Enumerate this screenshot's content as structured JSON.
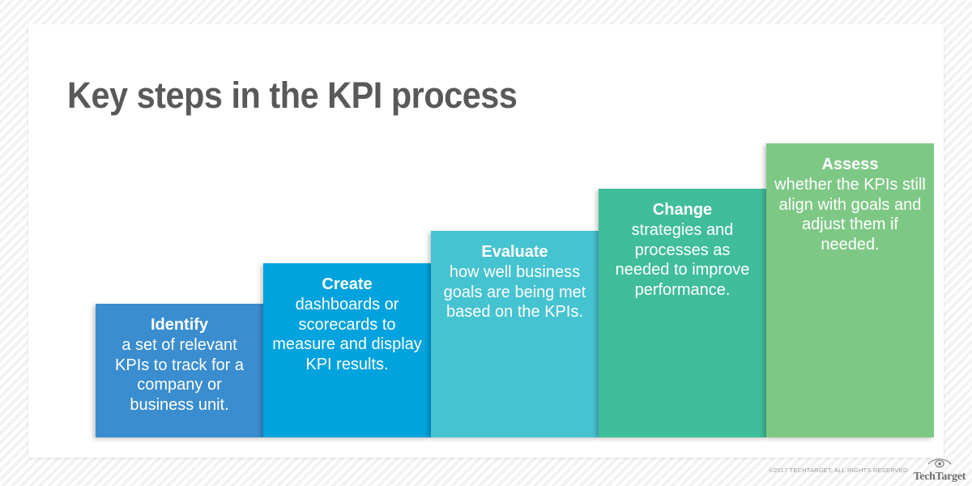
{
  "page": {
    "title": "Key steps in the KPI process",
    "background_pattern": "diagonal-stripes",
    "card_background": "#ffffff"
  },
  "chart_data": {
    "type": "bar",
    "title": "Key steps in the KPI process",
    "xlabel": "",
    "ylabel": "",
    "grid": false,
    "legend": "none",
    "orientation": "ascending-staircase",
    "categories": [
      "Identify",
      "Create",
      "Evaluate",
      "Change",
      "Assess"
    ],
    "values": [
      165,
      215,
      255,
      307,
      363
    ],
    "ylim": [
      0,
      365
    ],
    "colors": [
      "#3a8dce",
      "#00a3dd",
      "#45c3d0",
      "#40bd9b",
      "#7ec886"
    ],
    "annotations": [
      "a set of relevant KPIs to track for a company or business unit.",
      "dashboards or scorecards to measure and display KPI results.",
      "how well business goals are being met based on the KPIs.",
      "strategies and processes as needed to improve performance.",
      "whether the KPIs still align with goals and adjust them if needed."
    ]
  },
  "steps": [
    {
      "heading": "Identify",
      "body": "a set of relevant KPIs to track for a company or business unit.",
      "color": "#3a8dce"
    },
    {
      "heading": "Create",
      "body": "dashboards or scorecards to measure and display KPI results.",
      "color": "#00a3dd"
    },
    {
      "heading": "Evaluate",
      "body": "how well business goals are being met based on the KPIs.",
      "color": "#45c3d0"
    },
    {
      "heading": "Change",
      "body": "strategies and processes as needed to improve performance.",
      "color": "#40bd9b"
    },
    {
      "heading": "Assess",
      "body": "whether the KPIs still align with goals and adjust them if needed.",
      "color": "#7ec886"
    }
  ],
  "footer": {
    "copyright": "©2017 TECHTARGET, ALL RIGHTS RESERVED",
    "brand": "TechTarget",
    "logo_icon": "eye-icon",
    "text_color": "#9a9a9a"
  }
}
